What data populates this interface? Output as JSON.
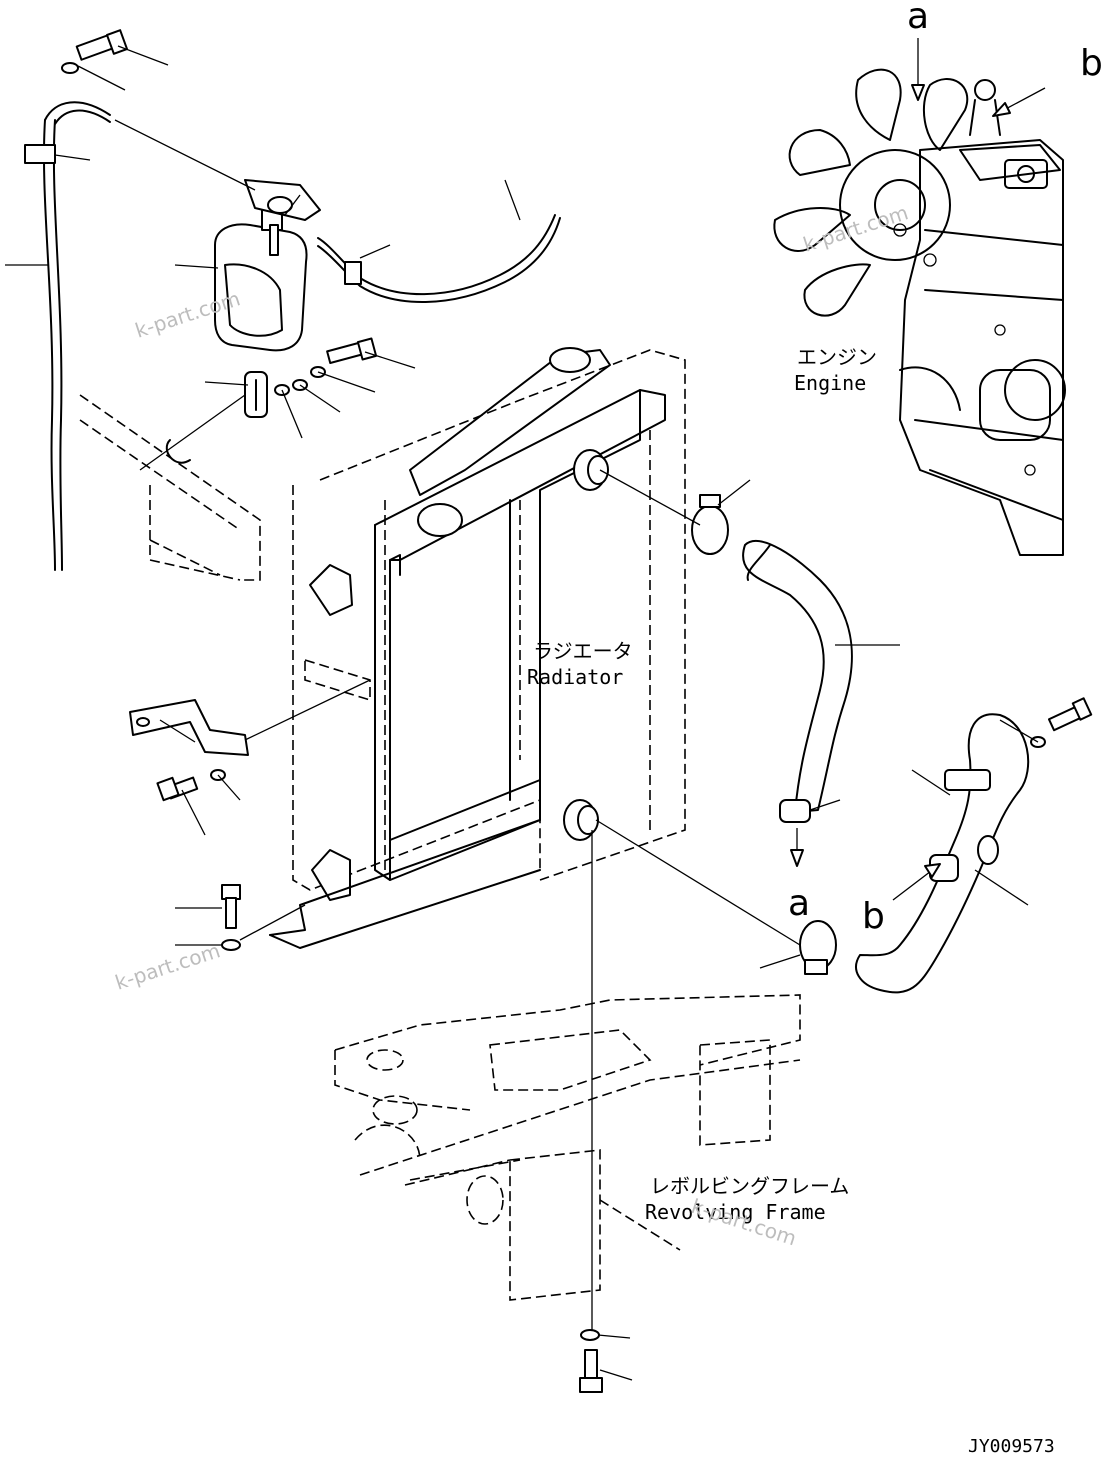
{
  "labels": {
    "engine_jp": "エンジン",
    "engine_en": "Engine",
    "radiator_jp": "ラジエータ",
    "radiator_en": "Radiator",
    "frame_jp": "レボルビングフレーム",
    "frame_en": "Revolving Frame"
  },
  "markers": {
    "a_top": "a",
    "b_top": "b",
    "a_bottom": "a",
    "b_bottom": "b"
  },
  "watermarks": [
    "k-part.com",
    "k-part.com",
    "k-part.com",
    "k-part.com"
  ],
  "drawing_number": "JY009573"
}
